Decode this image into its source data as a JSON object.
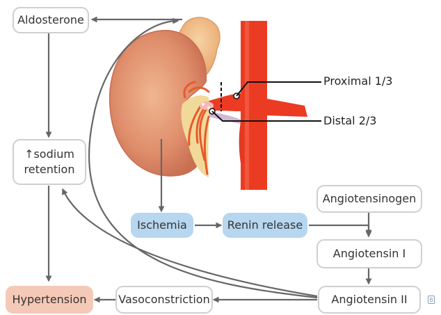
{
  "boxes": {
    "aldosterone": "Aldosterone",
    "sodium_retention": "↑sodium\nretention",
    "hypertension": "Hypertension",
    "vasoconstriction": "Vasoconstriction",
    "ischemia": "Ischemia",
    "renin_release": "Renin release",
    "angiotensinogen": "Angiotensinogen",
    "angiotensin_1": "Angiotensin I",
    "angiotensin_2": "Angiotensin II"
  },
  "labels": {
    "proximal": "Proximal 1/3",
    "distal": "Distal 2/3"
  },
  "logo_letter": "B",
  "colors": {
    "process_fill": "#b7d6ef",
    "outcome_fill": "#f5c9b7",
    "arrow": "#666666",
    "kidney": "#d9876a",
    "artery": "#ec3b23"
  },
  "icons": {
    "illustration": "kidney-renal-artery-illustration"
  }
}
